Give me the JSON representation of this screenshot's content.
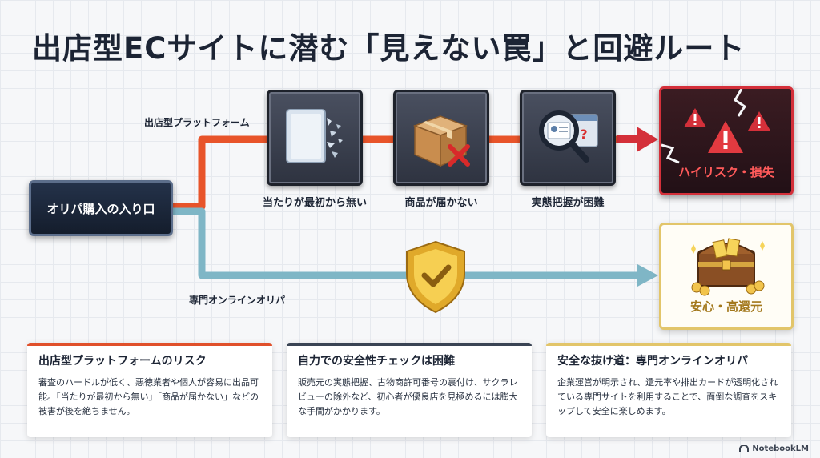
{
  "title": "出店型ECサイトに潜む「見えない罠」と回避ルート",
  "entry_label": "オリパ購入の入り口",
  "risk_path_label": "出店型プラットフォーム",
  "safe_path_label": "専門オンラインオリパ",
  "steps": [
    {
      "label": "当たりが最初から無い",
      "icon": "shattered-card-icon"
    },
    {
      "label": "商品が届かない",
      "icon": "package-x-icon"
    },
    {
      "label": "実態把握が困難",
      "icon": "magnifier-id-icon"
    }
  ],
  "risk_outcome": "ハイリスク・損失",
  "safe_outcome": "安心・高還元",
  "cards": [
    {
      "title": "出店型プラットフォームのリスク",
      "body": "審査のハードルが低く、悪徳業者や個人が容易に出品可能。「当たりが最初から無い」「商品が届かない」などの被害が後を絶ちません。"
    },
    {
      "title": "自力での安全性チェックは困難",
      "body": "販売元の実態把握、古物商許可番号の裏付け、サクラレビューの除外など、初心者が優良店を見極めるには膨大な手間がかかります。"
    },
    {
      "title": "安全な抜け道：専門オンラインオリパ",
      "body": "企業運営が明示され、還元率や排出カードが透明化されている専門サイトを利用することで、面倒な調査をスキップして安全に楽しめます。"
    }
  ],
  "brand": "NotebookLM",
  "colors": {
    "risk_path": "#e8542a",
    "safe_path": "#7fb6c6",
    "risk_accent": "#e0502b",
    "neutral_accent": "#3a4454",
    "safe_accent": "#e2c56a"
  }
}
